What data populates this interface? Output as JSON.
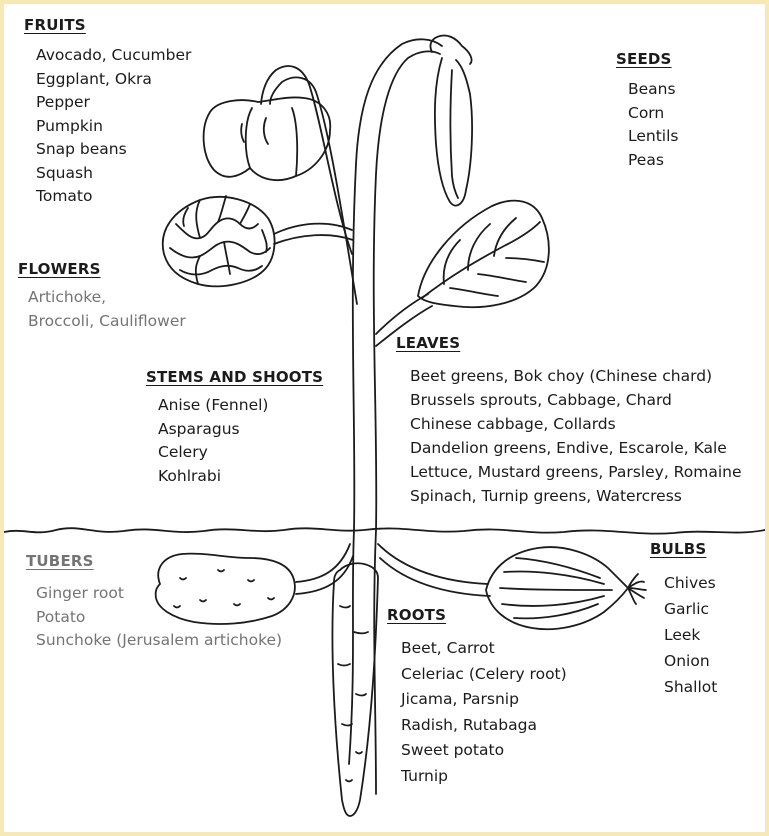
{
  "groups": {
    "fruits": {
      "heading": "FRUITS",
      "items": [
        "Avocado, Cucumber",
        "Eggplant, Okra",
        "Pepper",
        "Pumpkin",
        "Snap beans",
        "Squash",
        "Tomato"
      ]
    },
    "seeds": {
      "heading": "SEEDS",
      "items": [
        "Beans",
        "Corn",
        "Lentils",
        "Peas"
      ]
    },
    "flowers": {
      "heading": "FLOWERS",
      "items": [
        "Artichoke,",
        "Broccoli, Cauliflower"
      ]
    },
    "stems": {
      "heading": "STEMS AND SHOOTS",
      "items": [
        "Anise (Fennel)",
        "Asparagus",
        "Celery",
        "Kohlrabi"
      ]
    },
    "leaves": {
      "heading": "LEAVES",
      "items": [
        "Beet greens, Bok choy (Chinese chard)",
        "Brussels sprouts, Cabbage, Chard",
        "Chinese cabbage, Collards",
        "Dandelion greens, Endive, Escarole, Kale",
        "Lettuce, Mustard greens, Parsley, Romaine",
        "Spinach, Turnip greens, Watercress"
      ]
    },
    "tubers": {
      "heading": "TUBERS",
      "items": [
        "Ginger root",
        "Potato",
        "Sunchoke (Jerusalem artichoke)"
      ]
    },
    "bulbs": {
      "heading": "BULBS",
      "items": [
        "Chives",
        "Garlic",
        "Leek",
        "Onion",
        "Shallot"
      ]
    },
    "roots": {
      "heading": "ROOTS",
      "items": [
        "Beet, Carrot",
        "Celeriac (Celery root)",
        "Jicama, Parsnip",
        "Radish, Rutabaga",
        "Sweet potato",
        "Turnip"
      ]
    }
  },
  "colors": {
    "background": "#f6e9b6",
    "ink": "#1b1b1b",
    "muted_text": "#747474"
  }
}
